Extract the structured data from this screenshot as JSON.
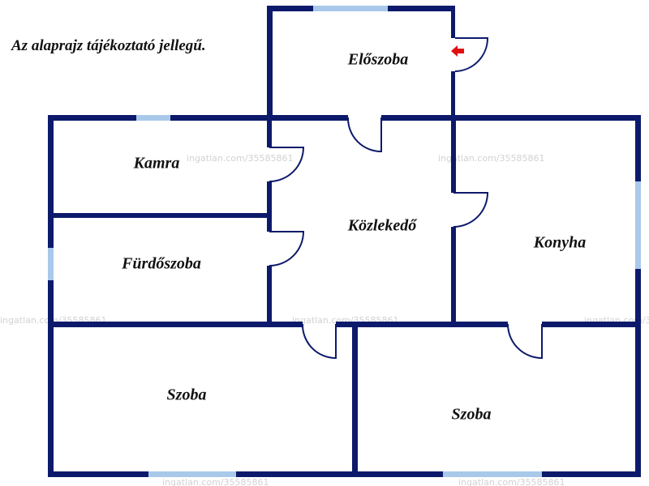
{
  "note": "Az alaprajz tájékoztató jellegű.",
  "rooms": {
    "eloszoba": "Előszoba",
    "kamra": "Kamra",
    "kozlekedo": "Közlekedő",
    "konyha": "Konyha",
    "furdoszoba": "Fürdőszoba",
    "szoba_left": "Szoba",
    "szoba_right": "Szoba"
  },
  "watermark": "ingatlan.com/35585861",
  "colors": {
    "wall": "#0d1a6b",
    "window": "#a9c9ea",
    "entrance_arrow": "#e01010",
    "watermark": "#d2d2d2"
  },
  "icons": {
    "entrance": "entrance-arrow-icon"
  }
}
